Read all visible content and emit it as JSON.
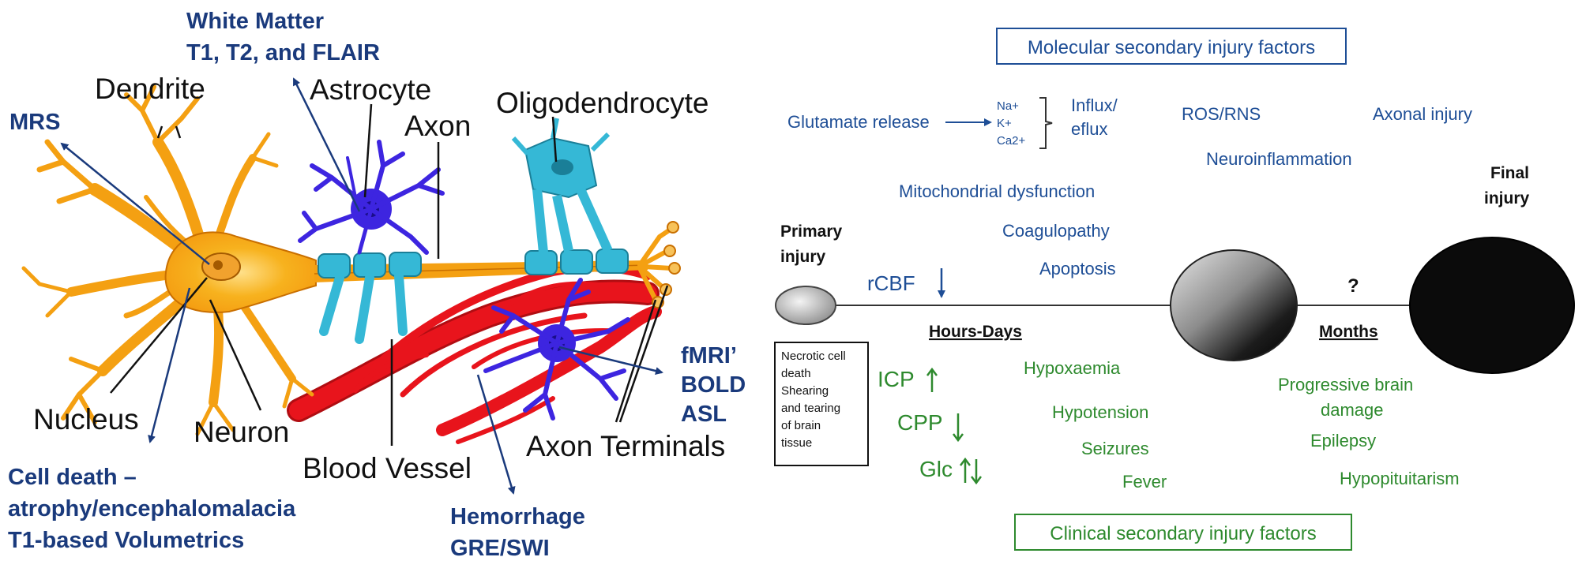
{
  "neuron": {
    "labels": {
      "dendrite": "Dendrite",
      "astrocyte": "Astrocyte",
      "axon": "Axon",
      "oligodendrocyte": "Oligodendrocyte",
      "nucleus": "Nucleus",
      "neuron": "Neuron",
      "blood_vessel": "Blood Vessel",
      "axon_terminals": "Axon Terminals"
    },
    "imaging": {
      "white_matter": [
        "White Matter",
        "T1, T2, and FLAIR"
      ],
      "mrs": "MRS",
      "fmri": [
        "fMRI’",
        "BOLD",
        "ASL"
      ],
      "cell_death": [
        "Cell death –",
        "atrophy/encephalomalacia",
        "T1-based Volumetrics"
      ],
      "hemorrhage": [
        "Hemorrhage",
        "GRE/SWI"
      ]
    },
    "colors": {
      "neuron": "#f4a012",
      "neuron_edge": "#c96f00",
      "astrocyte": "#3d25e0",
      "oligodendrocyte": "#35b8d6",
      "blood_vessel": "#e8141c",
      "imaging_text": "#1a3a7c"
    }
  },
  "timeline": {
    "molecular_header": "Molecular secondary injury factors",
    "clinical_header": "Clinical secondary injury factors",
    "molecular": {
      "glutamate": "Glutamate release",
      "ions": [
        "Na+",
        "K+",
        "Ca2+"
      ],
      "influx": [
        "Influx/",
        "eflux"
      ],
      "ros": "ROS/RNS",
      "axonal": "Axonal injury",
      "neuroinflammation": "Neuroinflammation",
      "mito": "Mitochondrial dysfunction",
      "coag": "Coagulopathy",
      "apoptosis": "Apoptosis"
    },
    "primary_injury": [
      "Primary",
      "injury"
    ],
    "final_injury": [
      "Final",
      "injury"
    ],
    "rcbf": "rCBF",
    "hours_days": "Hours-Days",
    "months": "Months",
    "question": "?",
    "necrotic_box": [
      "Necrotic cell",
      "death",
      "Shearing",
      "and tearing",
      "of brain",
      "tissue"
    ],
    "clinical_left": [
      "ICP",
      "CPP",
      "Glc"
    ],
    "clinical_mid": [
      "Hypoxaemia",
      "Hypotension",
      "Seizures",
      "Fever"
    ],
    "clinical_right": [
      "Progressive brain",
      "damage",
      "Epilepsy",
      "Hypopituitarism"
    ],
    "colors": {
      "molecular": "#1e4e96",
      "clinical": "#2e8a2e",
      "ink": "#111111"
    }
  }
}
